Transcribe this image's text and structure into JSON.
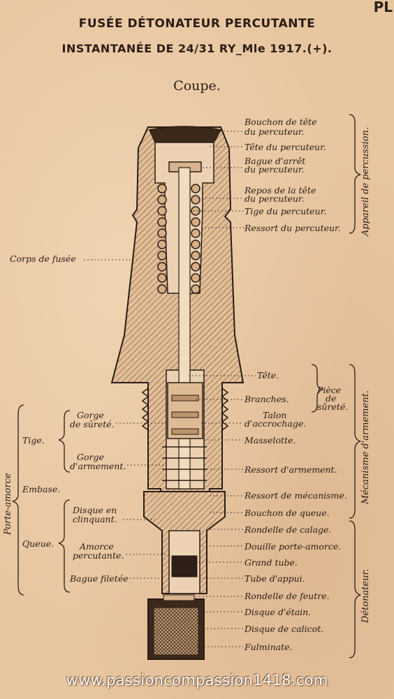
{
  "header": {
    "corner_text": "PL",
    "title_line1": "FUSÉE DÉTONATEUR PERCUTANTE",
    "title_line2": "INSTANTANÉE DE 24/31 RY_Mle 1917.(+).",
    "section_label": "Coupe."
  },
  "labels_right": [
    "Bouchon de tête",
    "du percuteur.",
    "Tête du percuteur.",
    "Bague d'arrêt",
    "du percuteur.",
    "Repos de la tête",
    "du percuteur.",
    "Tige du percuteur.",
    "Ressort du percuteur.",
    "Tête.",
    "Branches.",
    "Talon",
    "d'accrochage.",
    "Masselotte.",
    "Ressort d'armement.",
    "Ressort de mécanisme.",
    "Bouchon de queue.",
    "Rondelle de calage.",
    "Douille porte-amorce.",
    "Grand tube.",
    "Tube d'appui.",
    "Rondelle de feutre.",
    "Disque d'étain.",
    "Disque de calicot.",
    "Fulminate."
  ],
  "labels_right_small": [
    "Pièce",
    "de",
    "sûreté."
  ],
  "labels_left": {
    "corps": "Corps de fusée",
    "gorge_surete_1": "Gorge",
    "gorge_surete_2": "de sûreté.",
    "gorge_armement_1": "Gorge",
    "gorge_armement_2": "d'armement.",
    "disque_1": "Disque en",
    "disque_2": "clinquant.",
    "amorce_1": "Amorce",
    "amorce_2": "percutante.",
    "bague": "Bague filetée",
    "tige": "Tige.",
    "embase": "Embase.",
    "queue": "Queue."
  },
  "group_labels": {
    "appareil": "Appareil de percussion.",
    "mecanisme": "Mécanisme d'armement.",
    "detonateur": "Détonateur.",
    "porte_amorce": "Porte-amorce"
  },
  "watermark": "www.passioncompassion1418.com"
}
